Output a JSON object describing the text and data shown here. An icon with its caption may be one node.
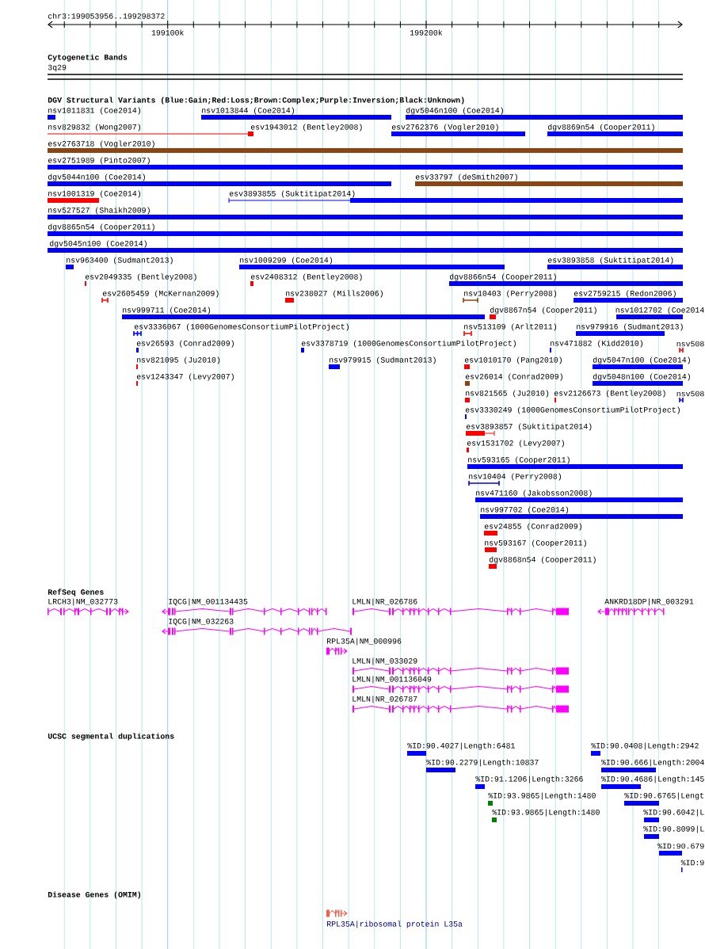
{
  "diagram": {
    "labels": [
      "chr3:199053956..199298372",
      "199100k",
      "199200k",
      "Cytogenetic Bands",
      "3q29",
      "DGV Structural Variants (Blue:Gain;Red:Loss;Brown:Complex;Purple:Inversion;Black:Unknown)",
      "nsv1011831 (Coe2014)",
      "nsv1013844 (Coe2014)",
      "dgv5046n100 (Coe2014)",
      "nsv829832 (Wong2007)",
      "esv1943012 (Bentley2008)",
      "esv2762376 (Vogler2010)",
      "dgv8869n54 (Cooper2011)",
      "esv2763718 (Vogler2010)",
      "esv2751989 (Pinto2007)",
      "dgv5044n100 (Coe2014)",
      "esv33797 (deSmith2007)",
      "nsv1001319 (Coe2014)",
      "esv3893855 (Suktitipat2014)",
      "nsv527527 (Shaikh2009)",
      "dgv8865n54 (Cooper2011)",
      "dgv5045n100 (Coe2014)",
      "nsv963400 (Sudmant2013)",
      "nsv1009299 (Coe2014)",
      "esv3893858 (Suktitipat2014)",
      "esv2049335 (Bentley2008)",
      "esv2408312 (Bentley2008)",
      "dgv8866n54 (Cooper2011)",
      "esv2605459 (McKernan2009)",
      "nsv238027 (Mills2006)",
      "nsv10403 (Perry2008)",
      "esv2759215 (Redon2006)",
      "nsv999711 (Coe2014)",
      "dgv8867n54 (Cooper2011)",
      "nsv1012702 (Coe2014",
      "esv3336067 (1000GenomesConsortiumPilotProject)",
      "nsv513109 (Arlt2011)",
      "nsv979916 (Sudmant2013)",
      "esv26593 (Conrad2009)",
      "esv3378719 (1000GenomesConsortiumPilotProject)",
      "nsv471882 (Kidd2010)",
      "nsv508",
      "nsv821095 (Ju2010)",
      "nsv979915 (Sudmant2013)",
      "esv1010170 (Pang2010)",
      "dgv5047n100 (Coe2014)",
      "esv1243347 (Levy2007)",
      "esv26014 (Conrad2009)",
      "dgv5048n100 (Coe2014)",
      "nsv821565 (Ju2010)",
      "esv2126673 (Bentley2008)",
      "nsv508",
      "esv3330249 (1000GenomesConsortiumPilotProject)",
      "esv3893857 (Suktitipat2014)",
      "esv1531702 (Levy2007)",
      "nsv593165 (Cooper2011)",
      "nsv10404 (Perry2008)",
      "nsv471160 (Jakobsson2008)",
      "nsv997702 (Coe2014)",
      "esv24855 (Conrad2009)",
      "nsv593167 (Cooper2011)",
      "dgv8868n54 (Cooper2011)",
      "RefSeq Genes",
      "LRCH3|NM_032773",
      "IQCG|NM_001134435",
      "LMLN|NR_026786",
      "ANKRD18DP|NR_003291",
      "IQCG|NM_032263",
      "RPL35A|NM_000996",
      "LMLN|NM_033029",
      "LMLN|NM_001136049",
      "LMLN|NR_026787",
      "UCSC segmental duplications",
      "%ID:90.4027|Length:6481",
      "%ID:90.0408|Length:2942",
      "%ID:90.2279|Length:10837",
      "%ID:90.666|Length:2004",
      "%ID:91.1206|Length:3266",
      "%ID:90.4686|Length:145",
      "%ID:93.9865|Length:1480",
      "%ID:90.6765|Lengt",
      "%ID:93.9865|Length:1480",
      "%ID:90.6042|L",
      "%ID:90.8099|L",
      "%ID:90.679",
      "%ID:9",
      "Disease Genes (OMIM)",
      "RPL35A|ribosomal protein L35a"
    ]
  }
}
